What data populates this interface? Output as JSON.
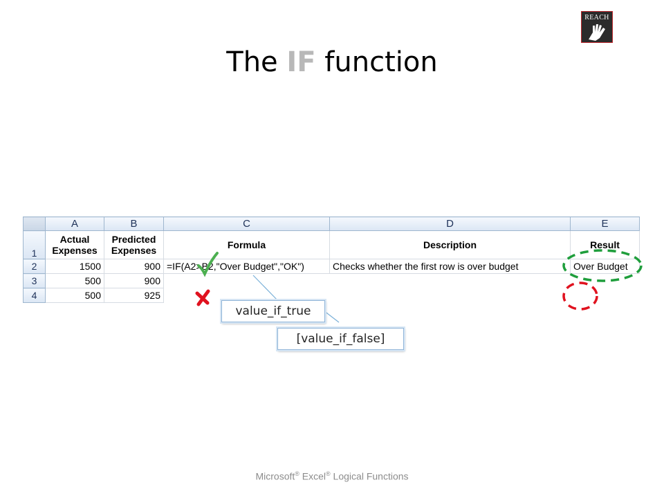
{
  "logo": {
    "text": "REACH"
  },
  "title": {
    "before": "The ",
    "keyword": "IF",
    "after": " function"
  },
  "sheet": {
    "columns": [
      "A",
      "B",
      "C",
      "D",
      "E"
    ],
    "row_numbers": [
      "1",
      "2",
      "3",
      "4"
    ],
    "header_row": {
      "a_line1": "Actual",
      "a_line2": "Expenses",
      "b_line1": "Predicted",
      "b_line2": "Expenses",
      "c": "Formula",
      "d": "Description",
      "e": "Result"
    },
    "rows": [
      {
        "a": "1500",
        "b": "900",
        "c": "=IF(A2>B2,\"Over Budget\",\"OK\")",
        "d": "Checks whether the first row is over budget",
        "e": "Over Budget"
      },
      {
        "a": "500",
        "b": "900"
      },
      {
        "a": "500",
        "b": "925"
      }
    ]
  },
  "callouts": {
    "true_label": "value_if_true",
    "false_label": "[value_if_false]"
  },
  "marks": {
    "check_color": "#4caf50",
    "cross_color": "#e0121f",
    "true_ring_color": "#1f9e3c",
    "false_ring_color": "#e0121f"
  },
  "footer": {
    "brand1": "Microsoft",
    "reg1": "®",
    "brand2": " Excel",
    "reg2": "®",
    "rest": " Logical Functions"
  }
}
